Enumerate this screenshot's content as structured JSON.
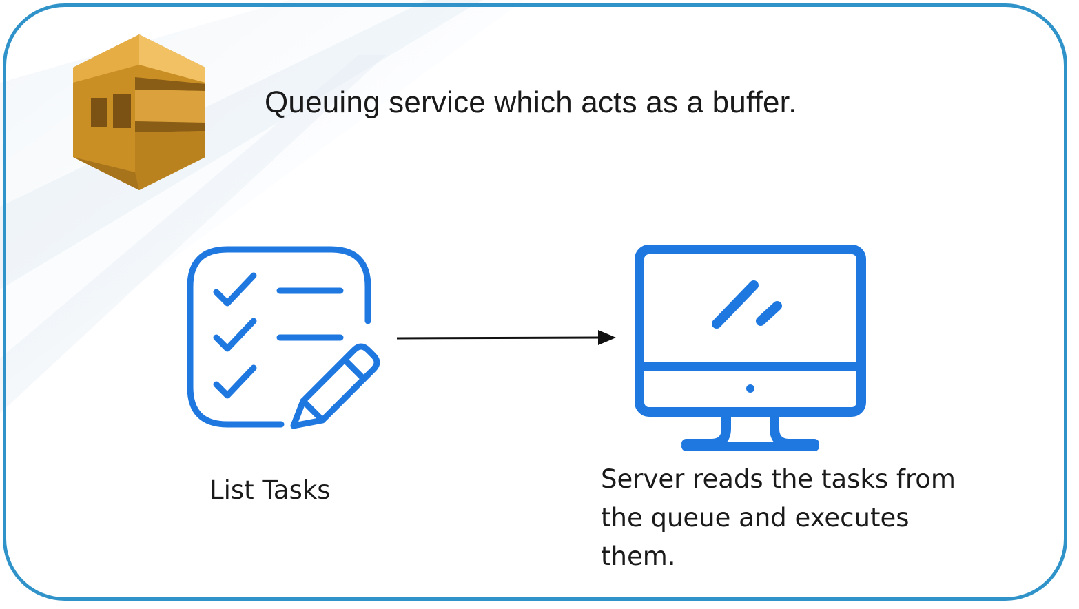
{
  "slide": {
    "headline": "Queuing service which acts as a buffer.",
    "tasks_label": "List Tasks",
    "server_label": "Server reads the tasks from the queue and executes them."
  },
  "icons": {
    "logo": "queue-service-logo-icon",
    "tasks": "checklist-with-pencil-icon",
    "server": "desktop-monitor-icon",
    "arrow": "right-arrow-icon"
  },
  "colors": {
    "frame": "#2f93c9",
    "icon_blue": "#1f78e0",
    "logo_gold": "#d39a2a",
    "text": "#1a1a1a"
  }
}
